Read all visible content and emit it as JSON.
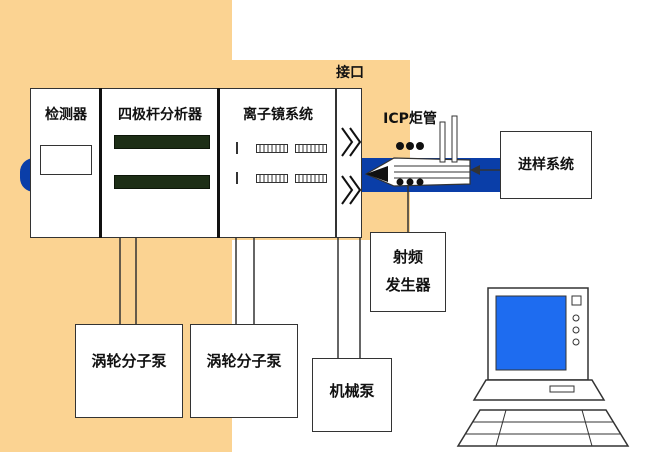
{
  "labels": {
    "detector": "检测器",
    "quadrupole": "四极杆分析器",
    "ion_lens": "离子镜系统",
    "interface": "接口",
    "icp_torch": "ICP炬管",
    "sample_intro": "进样系统",
    "rf_generator_line1": "射频",
    "rf_generator_line2": "发生器",
    "turbo_pump_1": "涡轮分子泵",
    "turbo_pump_2": "涡轮分子泵",
    "mech_pump": "机械泵"
  },
  "colors": {
    "cabinet": "#fbd392",
    "beam": "#0a3ea8",
    "screen": "#1e6cf0",
    "outline": "#333333",
    "dark_bar": "#1d2e16"
  }
}
